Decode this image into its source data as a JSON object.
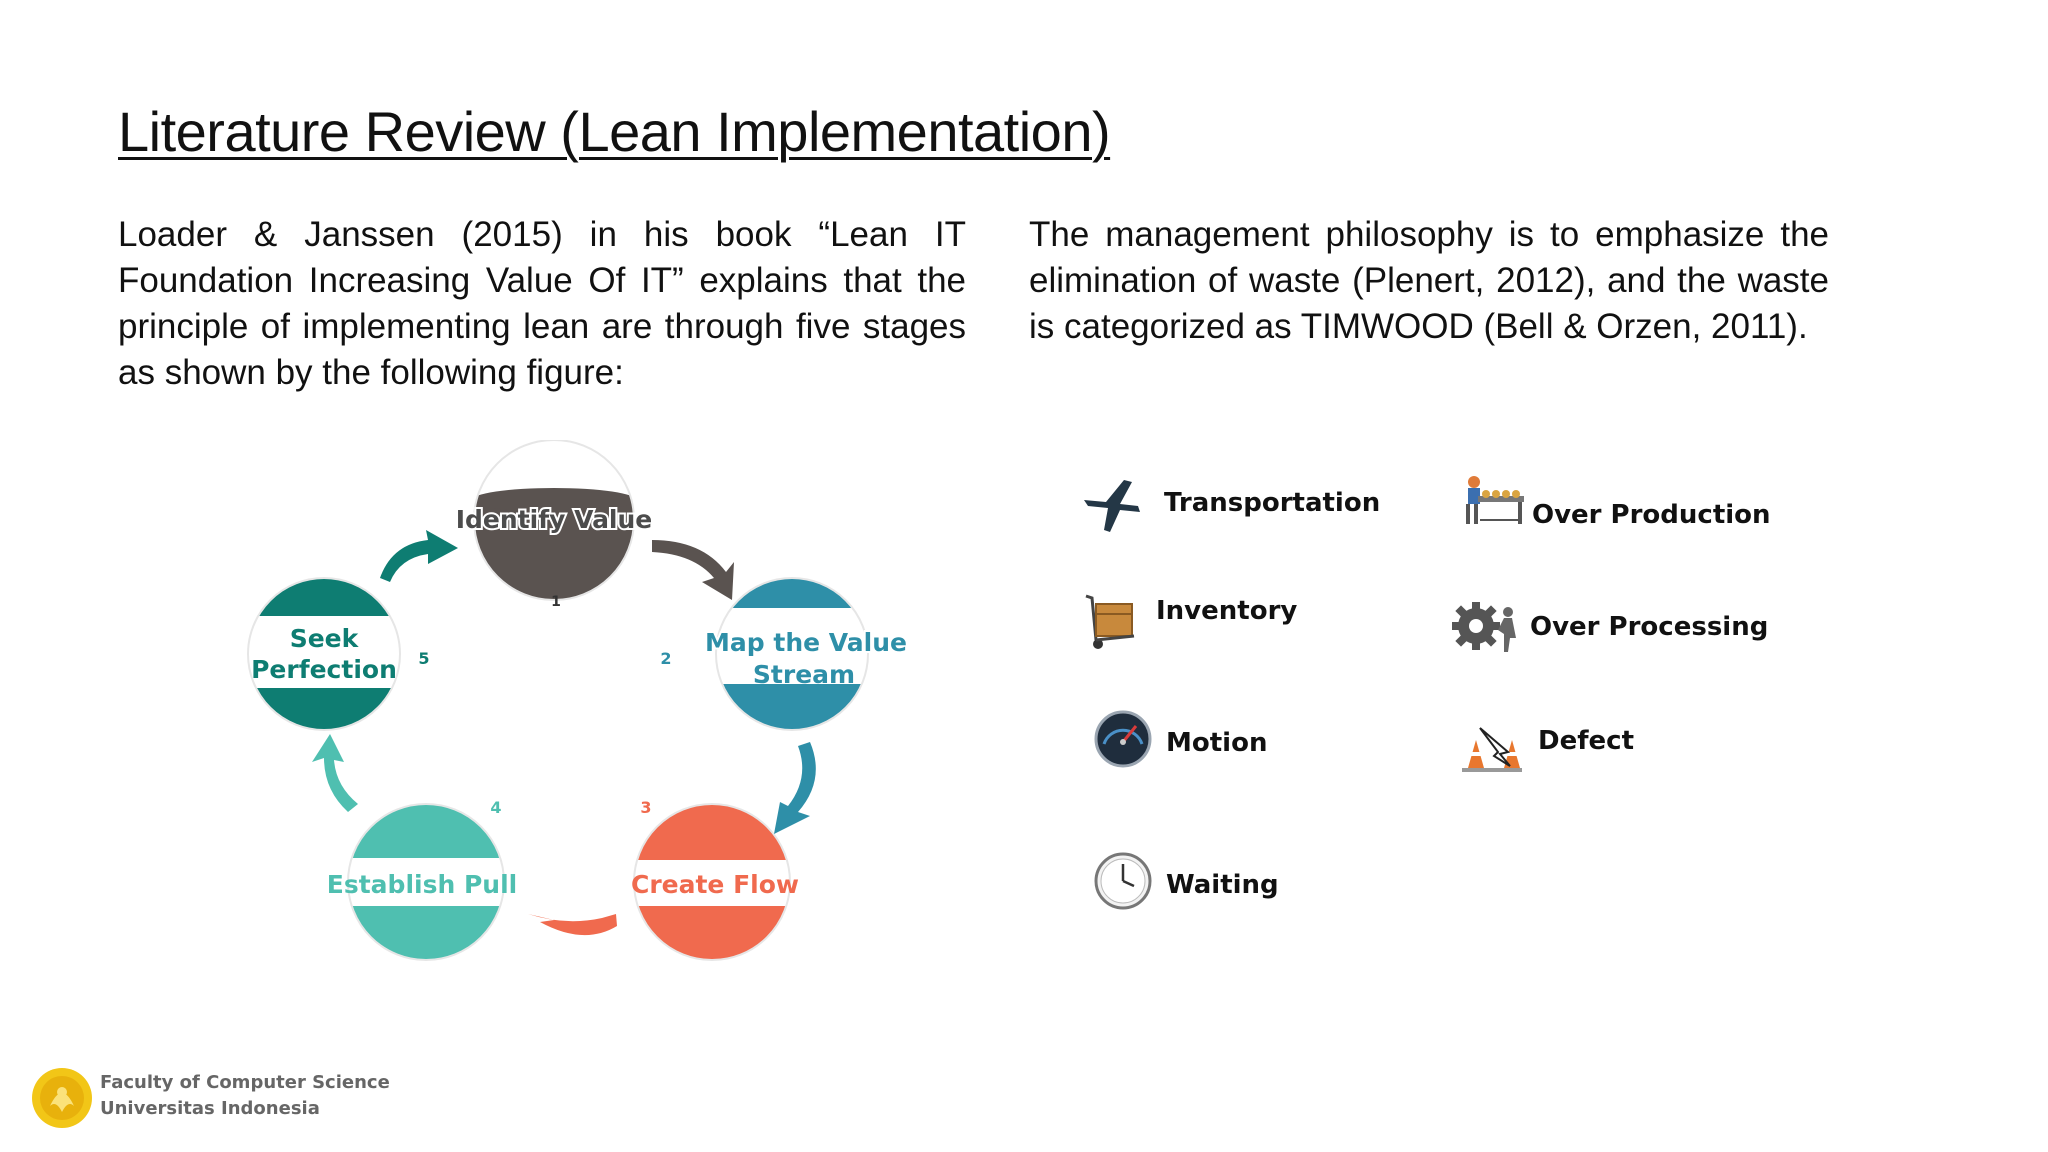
{
  "slide": {
    "title": "Literature Review (Lean Implementation)",
    "left_paragraph": "Loader & Janssen (2015) in his book “Lean IT Foundation Increasing Value Of IT” explains that the principle of implementing lean are through five stages as shown by the following figure:",
    "right_paragraph": "The management philosophy is to emphasize the elimination of waste (Plenert, 2012), and the waste is categorized as TIMWOOD (Bell & Orzen, 2011)."
  },
  "cycle": {
    "stages": [
      {
        "number": "1",
        "label_lines": [
          "Identify Value"
        ],
        "color": "#5a5350"
      },
      {
        "number": "2",
        "label_lines": [
          "Map the Value",
          "Stream"
        ],
        "color": "#2e8fa8"
      },
      {
        "number": "3",
        "label_lines": [
          "Create Flow"
        ],
        "color": "#f06a4e"
      },
      {
        "number": "4",
        "label_lines": [
          "Establish Pull"
        ],
        "color": "#4fbfb0"
      },
      {
        "number": "5",
        "label_lines": [
          "Seek",
          "Perfection"
        ],
        "color": "#0e7d72"
      }
    ]
  },
  "wastes": {
    "transportation": {
      "label": "Transportation",
      "icon": "airplane-icon"
    },
    "inventory": {
      "label": "Inventory",
      "icon": "box-cart-icon"
    },
    "motion": {
      "label": "Motion",
      "icon": "speedometer-icon"
    },
    "waiting": {
      "label": "Waiting",
      "icon": "clock-icon"
    },
    "over_production": {
      "label": "Over Production",
      "icon": "conveyor-worker-icon"
    },
    "over_processing": {
      "label": "Over Processing",
      "icon": "gear-person-icon"
    },
    "defect": {
      "label": "Defect",
      "icon": "broken-cone-icon"
    }
  },
  "footer": {
    "line1": "Faculty of Computer Science",
    "line2": "Universitas Indonesia",
    "logo": "makara-logo"
  }
}
